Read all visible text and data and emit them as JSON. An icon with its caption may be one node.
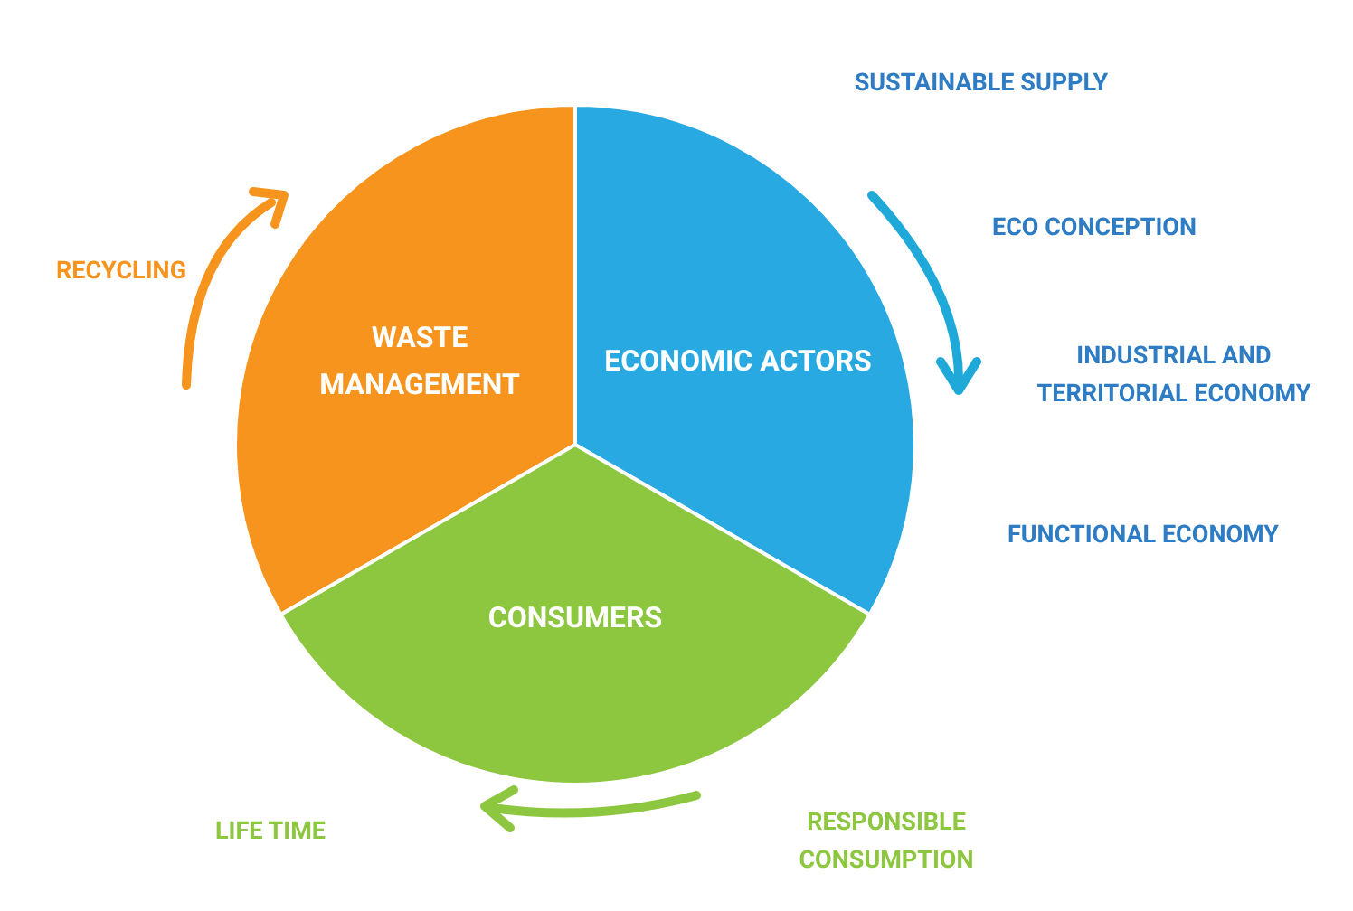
{
  "diagram": {
    "nodes": [
      {
        "text": [
          "WASTE MANAGEMENT"
        ]
      },
      {
        "text": [
          "ECONOMIC ACTORS"
        ]
      },
      {
        "text": [
          "CONSUMERS"
        ]
      }
    ],
    "labels": [
      "SUSTAINABLE SUPPLY",
      "ECO CONCEPTION",
      "RECYCLING",
      "INDUSTRIAL AND TERRITORIAL ECONOMY",
      "FUNCTIONAL ECONOMY",
      "RESPONSIBLE CONSUMPTION",
      "LIFE TIME"
    ]
  }
}
